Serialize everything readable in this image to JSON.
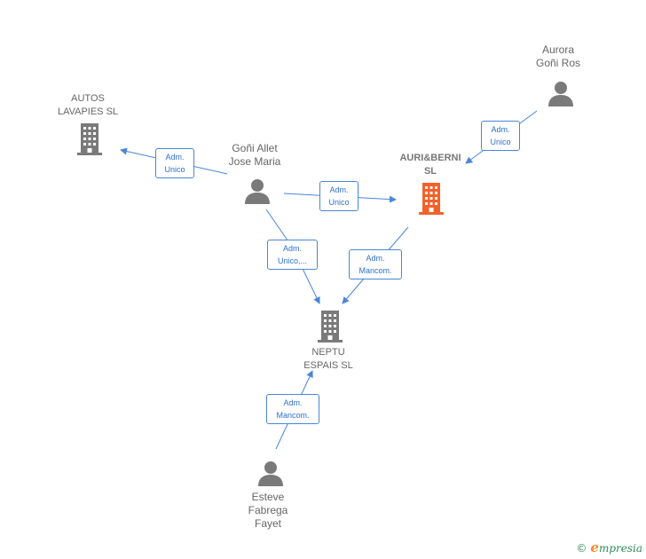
{
  "nodes": {
    "autos": {
      "line1": "AUTOS",
      "line2": "LAVAPIES  SL"
    },
    "auriberni": {
      "line1": "AURI&BERNI",
      "line2": "SL"
    },
    "neptu": {
      "line1": "NEPTU",
      "line2": "ESPAIS  SL"
    },
    "goni_allet": {
      "line1": "Goñi Allet",
      "line2": "Jose Maria"
    },
    "aurora": {
      "line1": "Aurora",
      "line2": "Goñi Ros"
    },
    "esteve": {
      "line1": "Esteve",
      "line2": "Fabrega",
      "line3": "Fayet"
    }
  },
  "edges": {
    "goni_autos": {
      "line1": "Adm.",
      "line2": "Unico"
    },
    "goni_auri": {
      "line1": "Adm.",
      "line2": "Unico"
    },
    "aurora_auri": {
      "line1": "Adm.",
      "line2": "Unico"
    },
    "goni_neptu": {
      "line1": "Adm.",
      "line2": "Unico,..."
    },
    "auri_neptu": {
      "line1": "Adm.",
      "line2": "Mancom."
    },
    "esteve_neptu": {
      "line1": "Adm.",
      "line2": "Mancom."
    }
  },
  "colors": {
    "edge": "#4a86d8",
    "company_icon": "#7a7a7a",
    "highlight_icon": "#f4622a",
    "person_icon": "#7a7a7a"
  },
  "brand": {
    "copyright": "©",
    "initial": "e",
    "name": "mpresia"
  }
}
